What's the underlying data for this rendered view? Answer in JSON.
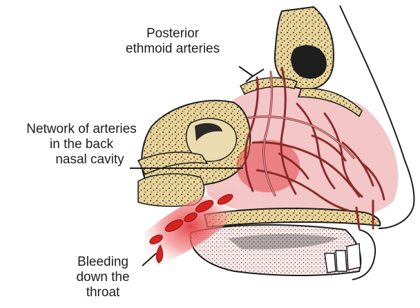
{
  "labels": {
    "posterior_ethmoid_arteries": [
      "Posterior",
      "ethmoid arteries"
    ],
    "network_of_arteries": [
      "Network of arteries",
      "in the back",
      "nasal cavity"
    ],
    "bleeding": [
      "Bleeding",
      "down the",
      "throat"
    ]
  },
  "colors": {
    "bone_fill": "#e6d29a",
    "bone_speckle": "#3a2a10",
    "tissue_pink": "#f3c6c8",
    "artery": "#8c2a2a",
    "bleed_zone": "#e4474a",
    "blood_drop": "#d8221f",
    "outline": "#1a1a1a"
  }
}
